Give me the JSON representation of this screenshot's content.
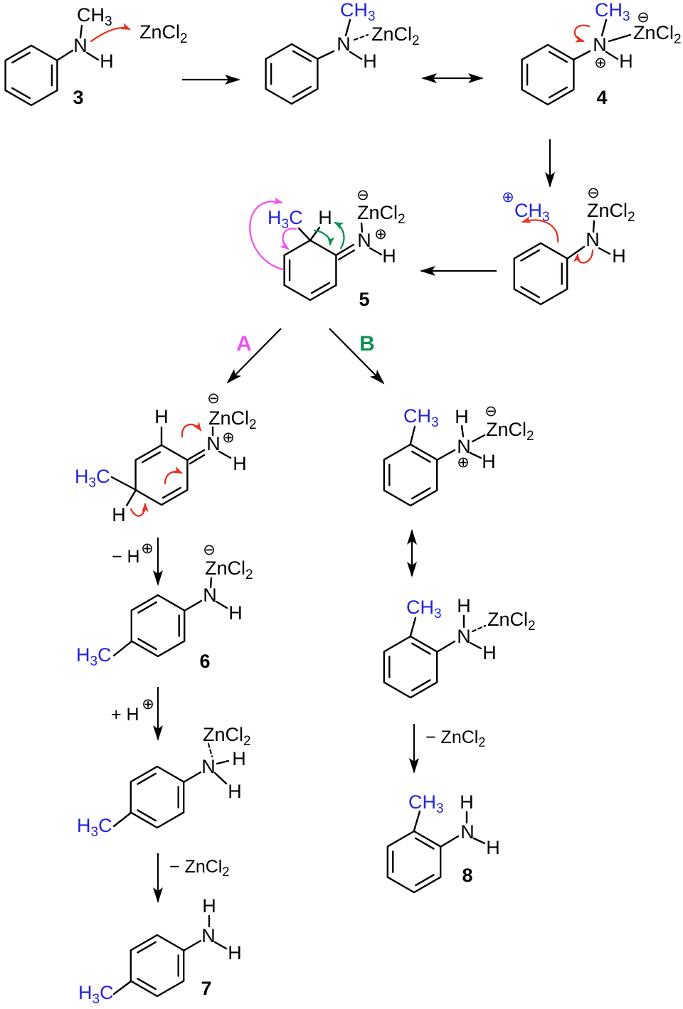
{
  "colors": {
    "bond_black": "#000000",
    "methyl_blue": "#2222dd",
    "arrow_red": "#e53322",
    "path_a_magenta": "#ee55ee",
    "path_b_green": "#0c9152"
  },
  "labels": {
    "N": "N",
    "H": "H",
    "C": "C",
    "CH": "CH",
    "ZnCl": "ZnCl",
    "sub2": "2",
    "sub3": "3"
  },
  "charges": {
    "plus": "⊕",
    "minus": "⊖"
  },
  "compound_numbers": {
    "c3": "3",
    "c4": "4",
    "c5": "5",
    "c6": "6",
    "c7": "7",
    "c8": "8"
  },
  "route_labels": {
    "a": "A",
    "b": "B"
  },
  "step_labels": {
    "minus_h": "− H",
    "plus_h": "+ H",
    "minus_zncl": "− ZnCl"
  }
}
